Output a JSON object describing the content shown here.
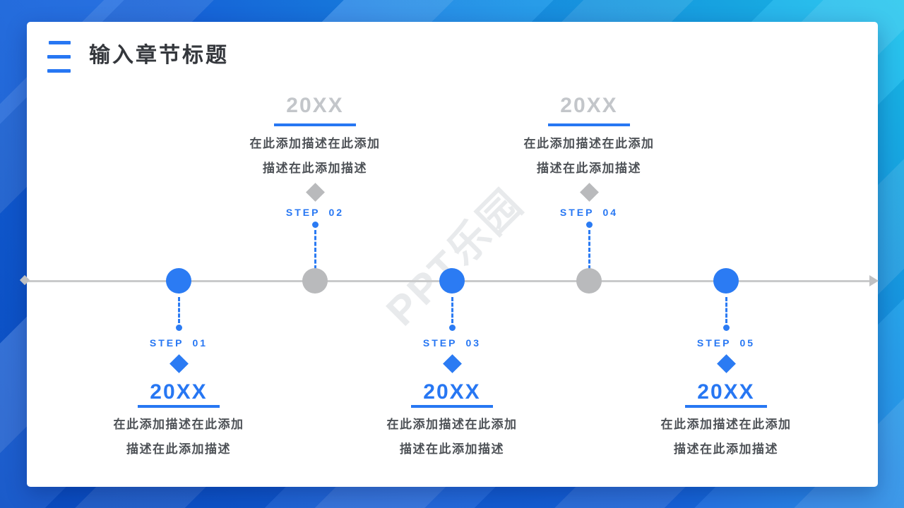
{
  "header": {
    "title": "输入章节标题"
  },
  "watermark": "PPT乐园",
  "colors": {
    "accent_blue": "#2B7BF3",
    "neutral_gray": "#B9BABC"
  },
  "timeline": {
    "steps": [
      {
        "step_word": "STEP",
        "step_num": "01",
        "year": "20XX",
        "desc_line1": "在此添加描述在此添加",
        "desc_line2": "描述在此添加描述",
        "placement": "below",
        "accent": "blue"
      },
      {
        "step_word": "STEP",
        "step_num": "02",
        "year": "20XX",
        "desc_line1": "在此添加描述在此添加",
        "desc_line2": "描述在此添加描述",
        "placement": "above",
        "accent": "gray"
      },
      {
        "step_word": "STEP",
        "step_num": "03",
        "year": "20XX",
        "desc_line1": "在此添加描述在此添加",
        "desc_line2": "描述在此添加描述",
        "placement": "below",
        "accent": "blue"
      },
      {
        "step_word": "STEP",
        "step_num": "04",
        "year": "20XX",
        "desc_line1": "在此添加描述在此添加",
        "desc_line2": "描述在此添加描述",
        "placement": "above",
        "accent": "gray"
      },
      {
        "step_word": "STEP",
        "step_num": "05",
        "year": "20XX",
        "desc_line1": "在此添加描述在此添加",
        "desc_line2": "描述在此添加描述",
        "placement": "below",
        "accent": "blue"
      }
    ]
  }
}
